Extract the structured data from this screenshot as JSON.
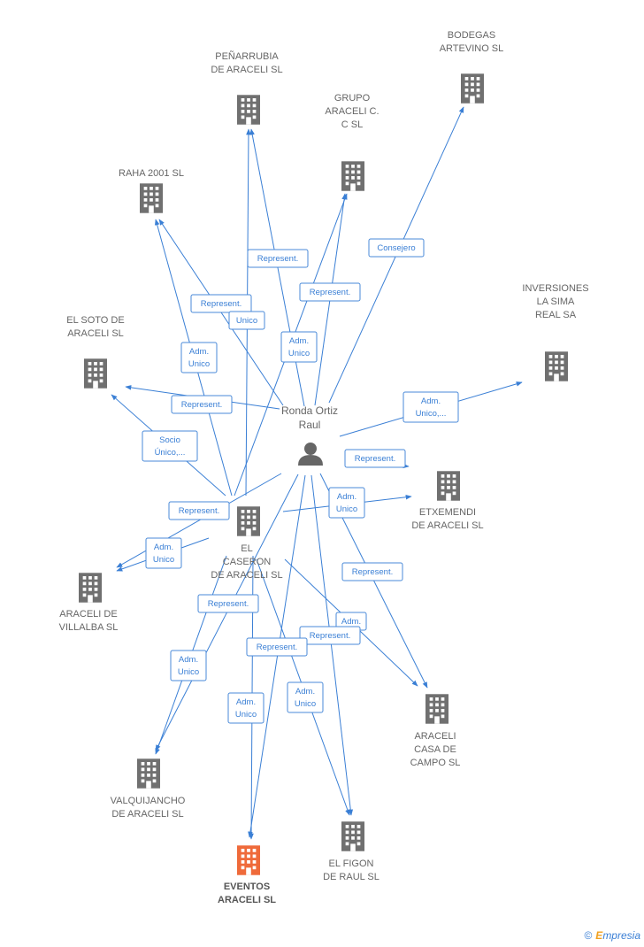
{
  "colors": {
    "edge": "#3a7fd5",
    "building": "#707070",
    "building_highlight": "#ef6a3a",
    "person": "#666666"
  },
  "person": {
    "label_line1": "Ronda Ortiz",
    "label_line2": "Raul"
  },
  "nodes": [
    {
      "id": "bodegas",
      "lines": [
        "BODEGAS",
        "ARTEVINO SL"
      ],
      "highlight": false
    },
    {
      "id": "penarrubia",
      "lines": [
        "PEÑARRUBIA",
        "DE ARACELI SL"
      ],
      "highlight": false
    },
    {
      "id": "grupo",
      "lines": [
        "GRUPO",
        "ARACELI C.",
        "C SL"
      ],
      "highlight": false
    },
    {
      "id": "raha",
      "lines": [
        "RAHA 2001 SL"
      ],
      "highlight": false
    },
    {
      "id": "inversiones",
      "lines": [
        "INVERSIONES",
        "LA SIMA",
        "REAL SA"
      ],
      "highlight": false
    },
    {
      "id": "soto",
      "lines": [
        "EL SOTO DE",
        "ARACELI SL"
      ],
      "highlight": false
    },
    {
      "id": "etxemendi",
      "lines": [
        "ETXEMENDI",
        "DE ARACELI SL"
      ],
      "highlight": false
    },
    {
      "id": "caseron",
      "lines": [
        "EL",
        "CASERON",
        "DE ARACELI SL"
      ],
      "highlight": false
    },
    {
      "id": "villalba",
      "lines": [
        "ARACELI DE",
        "VILLALBA SL"
      ],
      "highlight": false
    },
    {
      "id": "casacampo",
      "lines": [
        "ARACELI",
        "CASA DE",
        "CAMPO SL"
      ],
      "highlight": false
    },
    {
      "id": "valquijancho",
      "lines": [
        "VALQUIJANCHO",
        "DE ARACELI SL"
      ],
      "highlight": false
    },
    {
      "id": "figon",
      "lines": [
        "EL FIGON",
        "DE RAUL SL"
      ],
      "highlight": false
    },
    {
      "id": "eventos",
      "lines": [
        "EVENTOS",
        "ARACELI SL"
      ],
      "highlight": true
    }
  ],
  "edge_labels": [
    {
      "lines": [
        "Consejero"
      ]
    },
    {
      "lines": [
        "Represent."
      ]
    },
    {
      "lines": [
        "Represent."
      ]
    },
    {
      "lines": [
        "Represent."
      ]
    },
    {
      "lines": [
        "Unico"
      ]
    },
    {
      "lines": [
        "Adm.",
        "Unico"
      ]
    },
    {
      "lines": [
        "Adm.",
        "Unico"
      ]
    },
    {
      "lines": [
        "Represent."
      ]
    },
    {
      "lines": [
        "Adm.",
        "Unico,..."
      ]
    },
    {
      "lines": [
        "Socio",
        "Único,..."
      ]
    },
    {
      "lines": [
        "Represent."
      ]
    },
    {
      "lines": [
        "Adm.",
        "Unico"
      ]
    },
    {
      "lines": [
        "Represent."
      ]
    },
    {
      "lines": [
        "Adm.",
        "Unico"
      ]
    },
    {
      "lines": [
        "Represent."
      ]
    },
    {
      "lines": [
        "Represent."
      ]
    },
    {
      "lines": [
        "Adm."
      ]
    },
    {
      "lines": [
        "Represent."
      ]
    },
    {
      "lines": [
        "Represent."
      ]
    },
    {
      "lines": [
        "Adm.",
        "Unico"
      ]
    },
    {
      "lines": [
        "Adm.",
        "Unico"
      ]
    },
    {
      "lines": [
        "Adm.",
        "Unico"
      ]
    }
  ],
  "footer": {
    "copyright": "©",
    "brand_first": "E",
    "brand_rest": "mpresia"
  }
}
